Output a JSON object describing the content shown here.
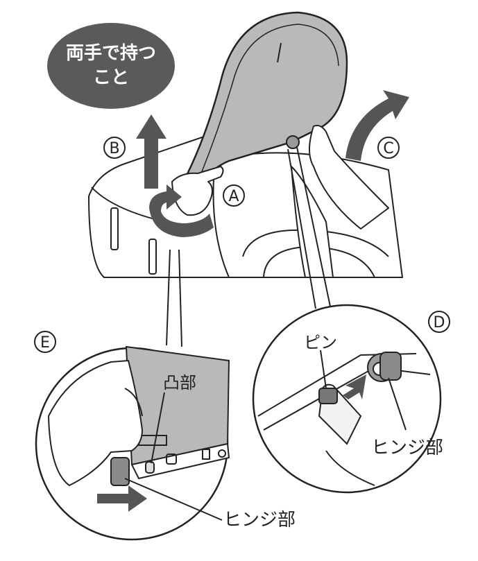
{
  "callout": {
    "line1": "両手で持つ",
    "line2": "こと"
  },
  "letters": {
    "a": "A",
    "b": "B",
    "c": "C",
    "d": "D",
    "e": "E"
  },
  "labels": {
    "pin": "ピン",
    "protrusion": "凸部",
    "hinge_d": "ヒンジ部",
    "hinge_e": "ヒンジ部"
  },
  "colors": {
    "callout_fill": "#5a5a5a",
    "lid_fill": "#b9b9b9",
    "arrow_fill": "#555555",
    "line": "#222222",
    "skin": "#ffffff"
  },
  "icons": [
    "arrow-up-icon",
    "arrow-rotate-icon",
    "arrow-curve-icon",
    "arrow-left-icon",
    "arrow-right-icon"
  ]
}
